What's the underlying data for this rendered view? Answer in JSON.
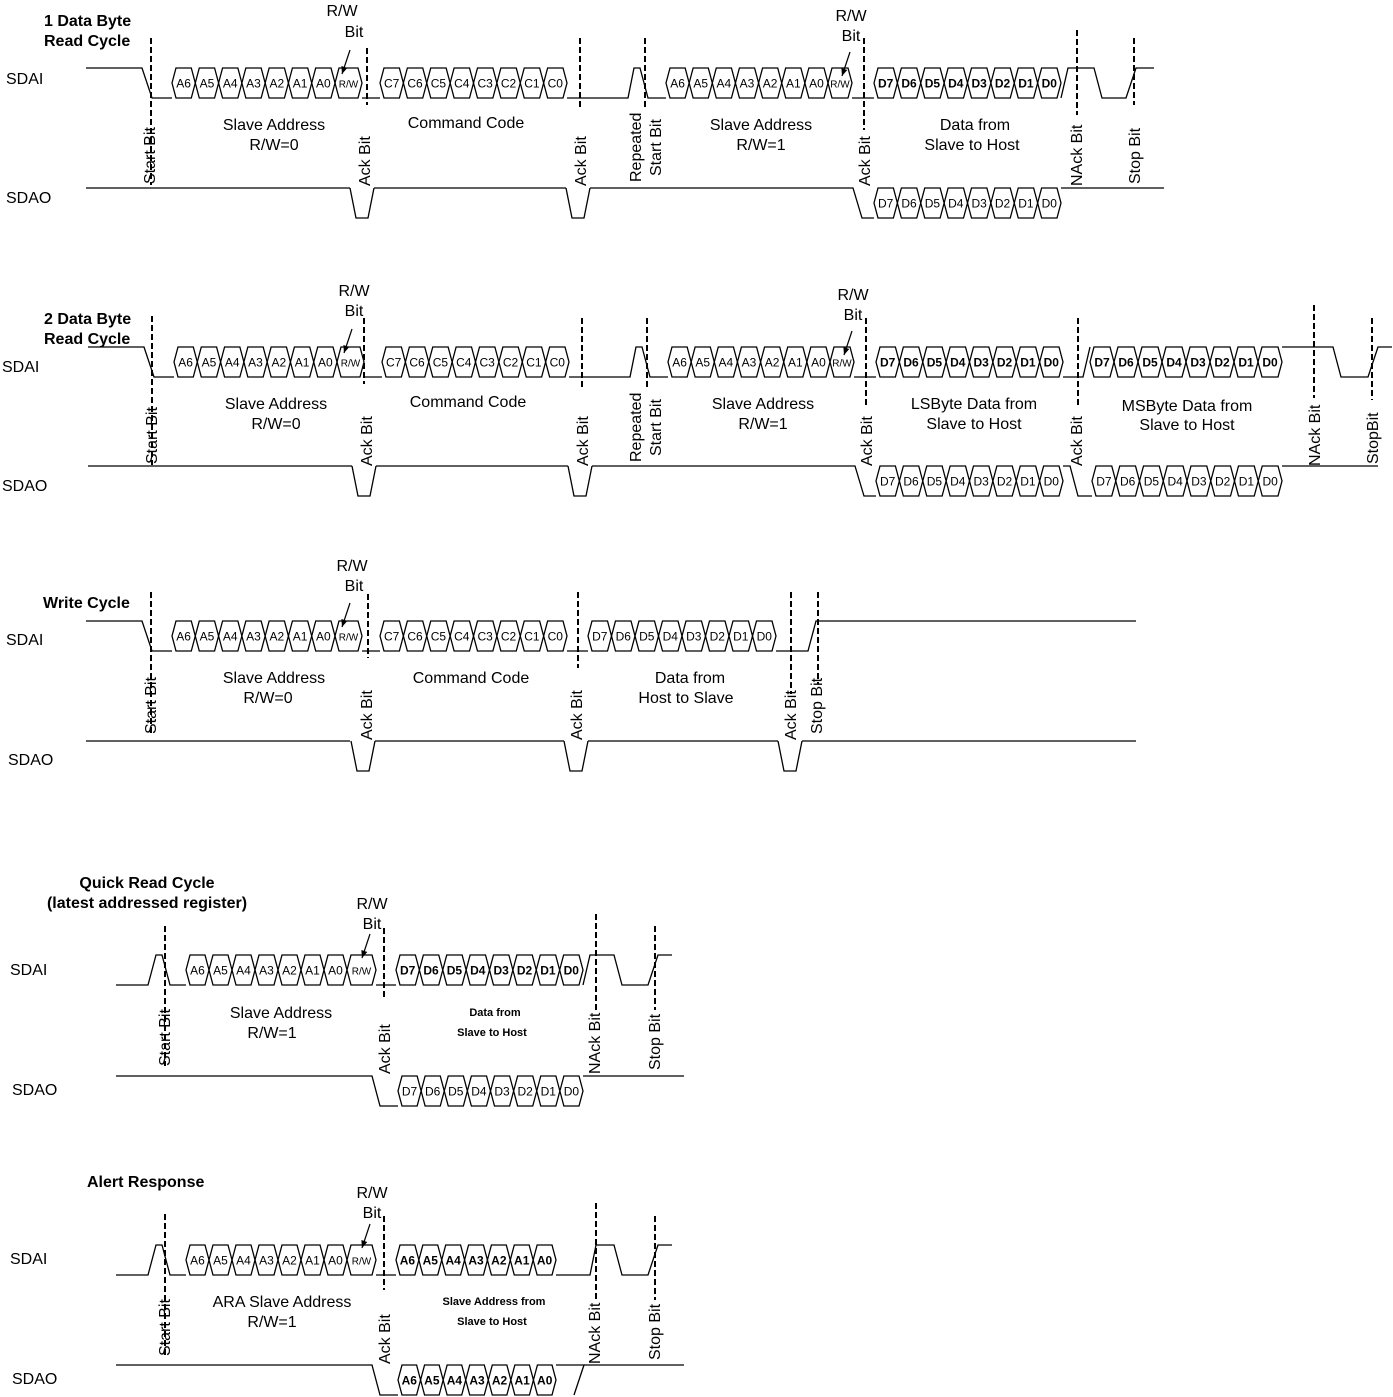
{
  "signals": {
    "sdai": "SDAI",
    "sdao": "SDAO"
  },
  "markers": {
    "start": "Start Bit",
    "ack": "Ack Bit",
    "nack": "NAck Bit",
    "stop": "Stop Bit",
    "repeated": "Repeated",
    "stop_alt": "StopBit"
  },
  "rw_bit": {
    "line1": "R/W",
    "line2": "Bit",
    "cell": "R/W"
  },
  "bits": {
    "addr": [
      "A6",
      "A5",
      "A4",
      "A3",
      "A2",
      "A1",
      "A0"
    ],
    "cmd": [
      "C7",
      "C6",
      "C5",
      "C4",
      "C3",
      "C2",
      "C1",
      "C0"
    ],
    "data": [
      "D7",
      "D6",
      "D5",
      "D4",
      "D3",
      "D2",
      "D1",
      "D0"
    ]
  },
  "panel1": {
    "title": [
      "1 Data Byte",
      "Read Cycle"
    ],
    "slave_addr_w": [
      "Slave Address",
      "R/W=0"
    ],
    "command": "Command Code",
    "slave_addr_r": [
      "Slave Address",
      "R/W=1"
    ],
    "data": [
      "Data from",
      "Slave to Host"
    ]
  },
  "panel2": {
    "title": [
      "2 Data Byte",
      "Read Cycle"
    ],
    "slave_addr_w": [
      "Slave Address",
      "R/W=0"
    ],
    "command": "Command Code",
    "slave_addr_r": [
      "Slave Address",
      "R/W=1"
    ],
    "lsbyte": [
      "LSByte Data from",
      "Slave to Host"
    ],
    "msbyte": [
      "MSByte Data from",
      "Slave to Host"
    ]
  },
  "panel3": {
    "title": "Write Cycle",
    "slave_addr_w": [
      "Slave Address",
      "R/W=0"
    ],
    "command": "Command Code",
    "data": [
      "Data from",
      "Host to Slave"
    ]
  },
  "panel4": {
    "title": [
      "Quick Read Cycle",
      "(latest addressed register)"
    ],
    "slave_addr_r": [
      "Slave Address",
      "R/W=1"
    ],
    "data": [
      "Data from",
      "Slave to Host"
    ]
  },
  "panel5": {
    "title": "Alert Response",
    "slave_addr_r": [
      "ARA Slave Address",
      "R/W=1"
    ],
    "data": [
      "Slave Address from",
      "Slave to Host"
    ]
  }
}
